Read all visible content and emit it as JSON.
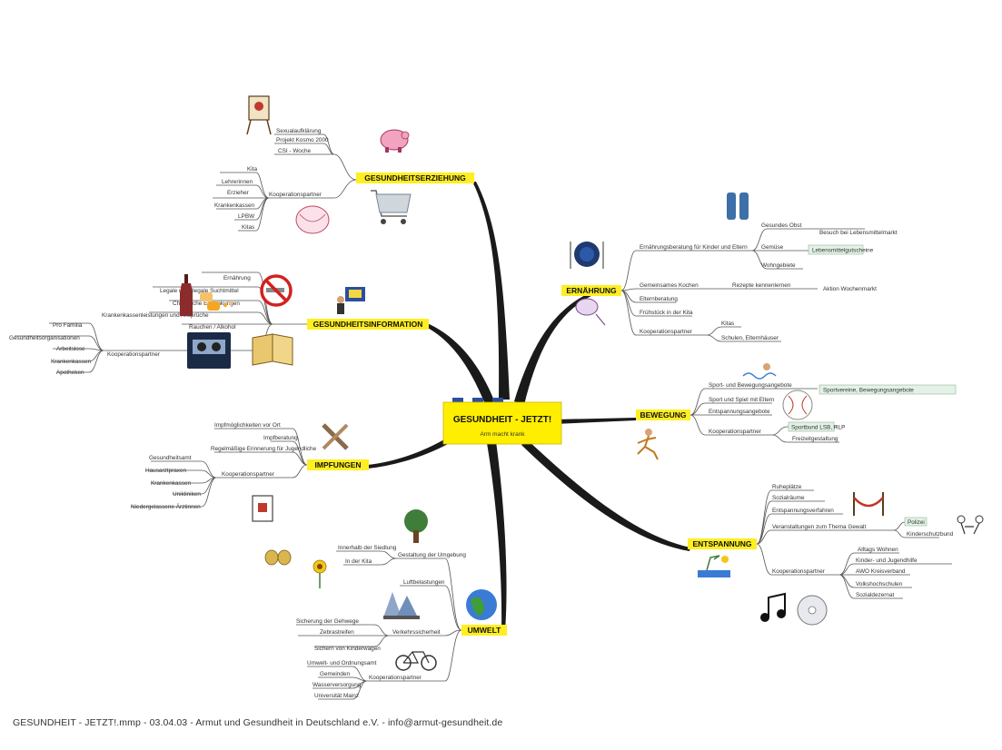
{
  "center": {
    "title": "GESUNDHEIT - JETZT!",
    "subtitle": "Arm macht krank"
  },
  "branches": {
    "erziehung": {
      "label": "GESUNDHEITSERZIEHUNG",
      "items": [
        "Sexualaufklärung",
        "Projekt Kosmo 2000",
        "CSI - Woche",
        "Kooperationspartner"
      ],
      "partners": [
        "Kita",
        "Lehrerinnen",
        "Erzieher",
        "Krankenkassen",
        "LPBW",
        "Kitas"
      ]
    },
    "information": {
      "label": "GESUNDHEITSINFORMATION",
      "items": [
        "Ernährung",
        "Legale und illegale Suchtmittel",
        "Chronische Erkrankungen",
        "Krankenkassenleistungen und Ansprüche",
        "Rauchen / Alkohol",
        "Kooperationspartner"
      ],
      "partners": [
        "Pro Familia",
        "Gesundheitsorganisationen",
        "Arbeitslose",
        "Krankenkassen",
        "Apotheken"
      ]
    },
    "impfungen": {
      "label": "IMPFUNGEN",
      "items": [
        "Impfmöglichkeiten vor Ort",
        "Impfberatung",
        "Regelmäßige Erinnerung für Jugendliche",
        "Kooperationspartner"
      ],
      "partners": [
        "Gesundheitsamt",
        "Hausarztpraxen",
        "Krankenkassen",
        "Unikliniken",
        "Niedergelassene Ärztinnen"
      ]
    },
    "umwelt": {
      "label": "UMWELT",
      "items": [
        "Gestaltung der Umgebung",
        "Luftbelastungen",
        "Verkehrssicherheit",
        "Kooperationspartner"
      ],
      "sub_gestaltung": [
        "Innerhalb der Siedlung",
        "In der Kita"
      ],
      "sub_verkehr": [
        "Sicherung der Gehwege",
        "Zebrastreifen",
        "Sichern von Kinderwagen"
      ],
      "partners": [
        "Umwelt- und Ordnungsamt",
        "Gemeinden",
        "Wasserversorgung",
        "Universität Mainz"
      ]
    },
    "ernaehrung": {
      "label": "ERNÄHRUNG",
      "items": [
        "Ernährungsberatung für Kinder und Eltern",
        "Gemeinsames Kochen",
        "Elternberatung",
        "Frühstück in der Kita",
        "Kooperationspartner"
      ],
      "sub_beratung": [
        "Gesundes Obst",
        "Gemüse",
        "Wohngebiete"
      ],
      "sub_beratung_extra": [
        "Besuch bei Lebensmittelmarkt"
      ],
      "chip_ernaehrung": "Lebensmittelgutscheine",
      "sub_kochen": [
        "Rezepte kennenlernen"
      ],
      "sub_kochen_extra": [
        "Aktion Wochenmarkt"
      ],
      "partners": [
        "Kitas",
        "Schulen, Elternhäuser"
      ]
    },
    "bewegung": {
      "label": "BEWEGUNG",
      "items": [
        "Sport- und Bewegungsangebote",
        "Sport und Spiel mit Eltern",
        "Entspannungsangebote",
        "Kooperationspartner"
      ],
      "chip_sport": "Sportvereine, Bewegungsangebote",
      "chip_partner": "Sportbund LSB, RLP",
      "partners_extra": [
        "Freizeitgestaltung"
      ]
    },
    "entspannung": {
      "label": "ENTSPANNUNG",
      "items": [
        "Ruheplätze",
        "Sozialräume",
        "Entspannungsverfahren",
        "Veranstaltungen zum Thema Gewalt",
        "Kooperationspartner"
      ],
      "chips_gewalt": [
        "Polizei",
        "Kinderschutzbund"
      ],
      "partners": [
        "Alltags Wohnen",
        "Kinder- und Jugendhilfe",
        "AWO Kreisverband",
        "Volkshochschulen",
        "Sozialdezernat"
      ]
    }
  },
  "footer": "GESUNDHEIT - JETZT!.mmp - 03.04.03 - Armut und Gesundheit in Deutschland e.V. - info@armut-gesundheit.de",
  "colors": {
    "branch": "#ffee22",
    "center": "#ffee00",
    "trunk": "#1a1a1a",
    "chip": "#e4f1e6",
    "accent_blue": "#2b4f9e"
  }
}
